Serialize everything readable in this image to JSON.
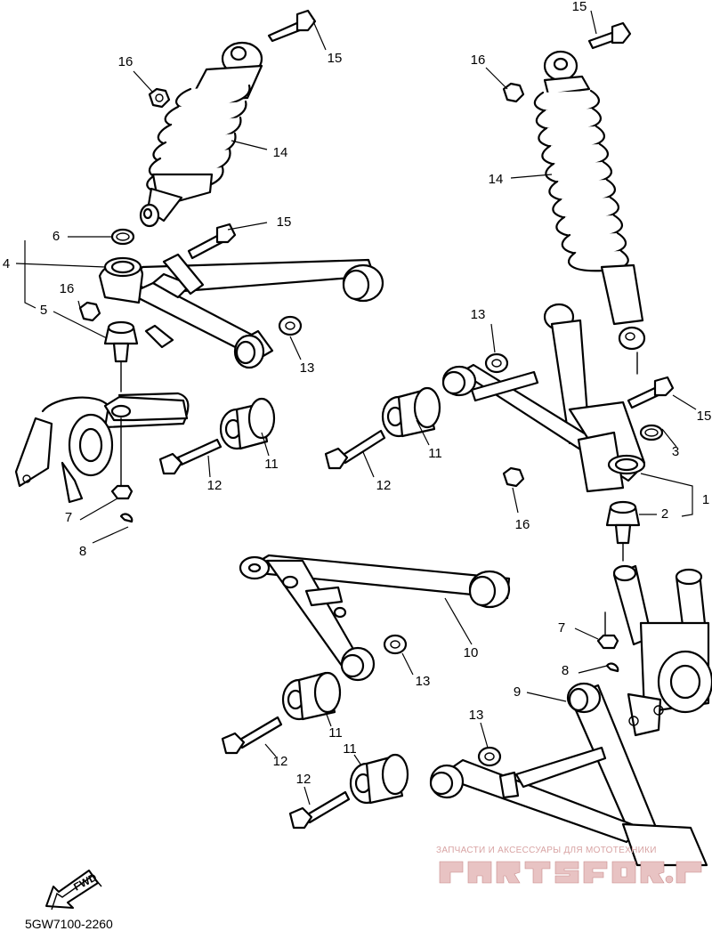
{
  "diagram": {
    "callouts": [
      "15",
      "16",
      "15",
      "16",
      "14",
      "14",
      "6",
      "15",
      "4",
      "16",
      "5",
      "13",
      "13",
      "11",
      "11",
      "12",
      "12",
      "3",
      "15",
      "1",
      "2",
      "16",
      "7",
      "8",
      "10",
      "13",
      "11",
      "12",
      "7",
      "8",
      "9",
      "13",
      "11",
      "12"
    ],
    "fwd_label": "FWD",
    "diagram_code": "5GW7100-2260"
  },
  "watermark": {
    "text": "ЗАПЧАСТИ И АКСЕССУАРЫ ДЛЯ МОТОТЕХНИКИ",
    "logo_text": "PARTSFOR.RU",
    "color": "#d8a3a3"
  }
}
